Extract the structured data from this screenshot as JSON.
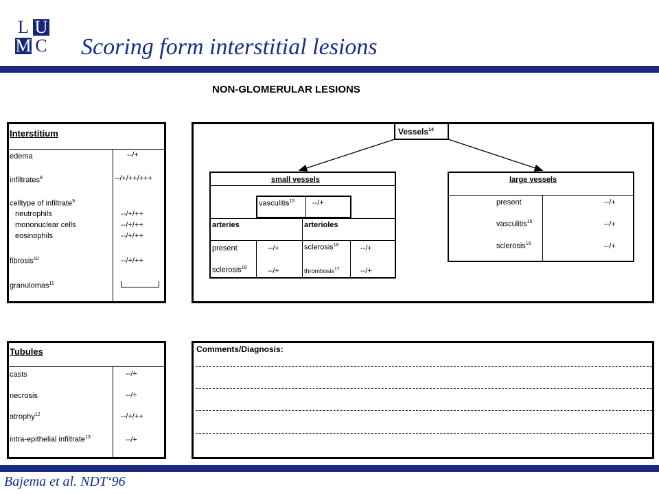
{
  "header": {
    "logo": {
      "l": "L",
      "u": "U",
      "m": "M",
      "c": "C"
    },
    "title": "Scoring form interstitial lesions"
  },
  "footer": {
    "citation": "Bajema et al. NDT‘96"
  },
  "colors": {
    "brand": "#1b2a7e",
    "title": "#1a2c8a"
  },
  "form": {
    "title": "NON-GLOMERULAR LESIONS",
    "interstitium": {
      "header": "Interstitium",
      "rows": [
        {
          "label": "edema",
          "sup": "",
          "score": "--/+"
        },
        {
          "label": "infiltrates",
          "sup": "8",
          "score": "--/+/++/+++"
        },
        {
          "label": "celltype of infiltrate",
          "sup": "9",
          "score": ""
        },
        {
          "label": "neutrophils",
          "sup": "",
          "score": "--/+/++"
        },
        {
          "label": "mononuclear cells",
          "sup": "",
          "score": "--/+/++"
        },
        {
          "label": "eosinophils",
          "sup": "",
          "score": "--/+/++"
        },
        {
          "label": "fibrosis",
          "sup": "10",
          "score": "--/+/++"
        },
        {
          "label": "granulomas",
          "sup": "11",
          "score": ""
        }
      ]
    },
    "tubules": {
      "header": "Tubules",
      "rows": [
        {
          "label": "casts",
          "sup": "",
          "score": "--/+"
        },
        {
          "label": "necrosis",
          "sup": "",
          "score": "--/+"
        },
        {
          "label": "atrophy",
          "sup": "12",
          "score": "--/+/++"
        },
        {
          "label": "intra-epithelial infiltrate",
          "sup": "13",
          "score": "--/+"
        }
      ]
    },
    "vessels": {
      "header": "Vessels",
      "sup": "14",
      "small": {
        "header": "small vessels",
        "vasculitis": {
          "label": "vasculitis",
          "sup": "15",
          "score": "--/+"
        },
        "arteries": {
          "header": "arteries",
          "present": {
            "label": "present",
            "score": "--/+"
          },
          "sclerosis": {
            "label": "sclerosis",
            "sup": "16",
            "score": "--/+"
          }
        },
        "arterioles": {
          "header": "arterioles",
          "sclerosis": {
            "label": "sclerosis",
            "sup": "16",
            "score": "--/+"
          },
          "thrombosis": {
            "label": "thrombosis",
            "sup": "17",
            "score": "--/+"
          }
        }
      },
      "large": {
        "header": "large vessels",
        "rows": [
          {
            "label": "present",
            "sup": "",
            "score": "--/+"
          },
          {
            "label": "vasculitis",
            "sup": "15",
            "score": "--/+"
          },
          {
            "label": "sclerosis",
            "sup": "16",
            "score": "--/+"
          }
        ]
      }
    },
    "comments": {
      "header": "Comments/Diagnosis:"
    }
  }
}
